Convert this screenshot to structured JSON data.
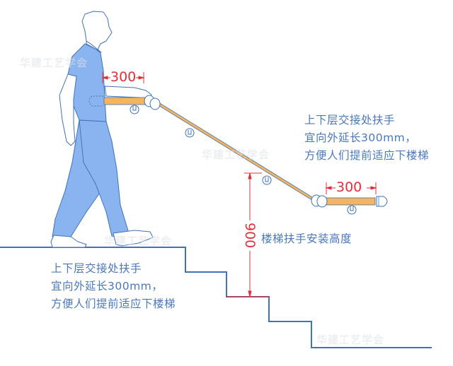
{
  "diagram": {
    "subject": "Stair handrail installation diagram",
    "colors": {
      "line_blue": "#3f73b8",
      "fill_blue": "#8ab4f0",
      "handrail": "#f5b55c",
      "dimension_red": "#e0303a",
      "text_blue": "#4a78b8"
    },
    "top_dimension": {
      "value": "300"
    },
    "bottom_dimension": {
      "value": "300"
    },
    "height_dimension": {
      "value": "900",
      "label": "楼梯扶手安装高度"
    },
    "note_right": {
      "lines": [
        "上下层交接处扶手",
        "宜向外延长300mm，",
        "方便人们提前适应下楼梯"
      ]
    },
    "note_left": {
      "lines": [
        "上下层交接处扶手",
        "宜向外延长300mm，",
        "方便人们提前适应下楼梯"
      ]
    },
    "watermarks": [
      "华建工艺学会",
      "华建工艺学会",
      "华建工艺学会",
      "华建工艺学会"
    ]
  }
}
